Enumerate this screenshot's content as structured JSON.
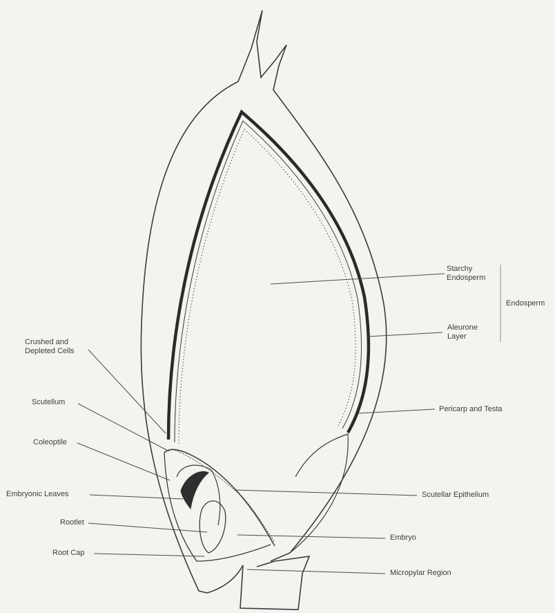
{
  "labels": {
    "starchy_endosperm": "Starchy Endosperm",
    "aleurone_layer": "Aleurone Layer",
    "endosperm": "Endosperm",
    "pericarp_testa": "Pericarp and Testa",
    "crushed_cells": "Crushed and Depleted Cells",
    "scutellum": "Scutellum",
    "coleoptile": "Coleoptile",
    "embryonic_leaves": "Embryonic Leaves",
    "rootlet": "Rootlet",
    "root_cap": "Root Cap",
    "scutellar_epithelium": "Scutellar Epithelium",
    "embryo": "Embryo",
    "micropylar_region": "Micropylar Region"
  },
  "colors": {
    "line": "#3a3a3a",
    "testa": "#2a2a2a",
    "text": "#3c3c3c",
    "paper": "#f4f3ef"
  }
}
